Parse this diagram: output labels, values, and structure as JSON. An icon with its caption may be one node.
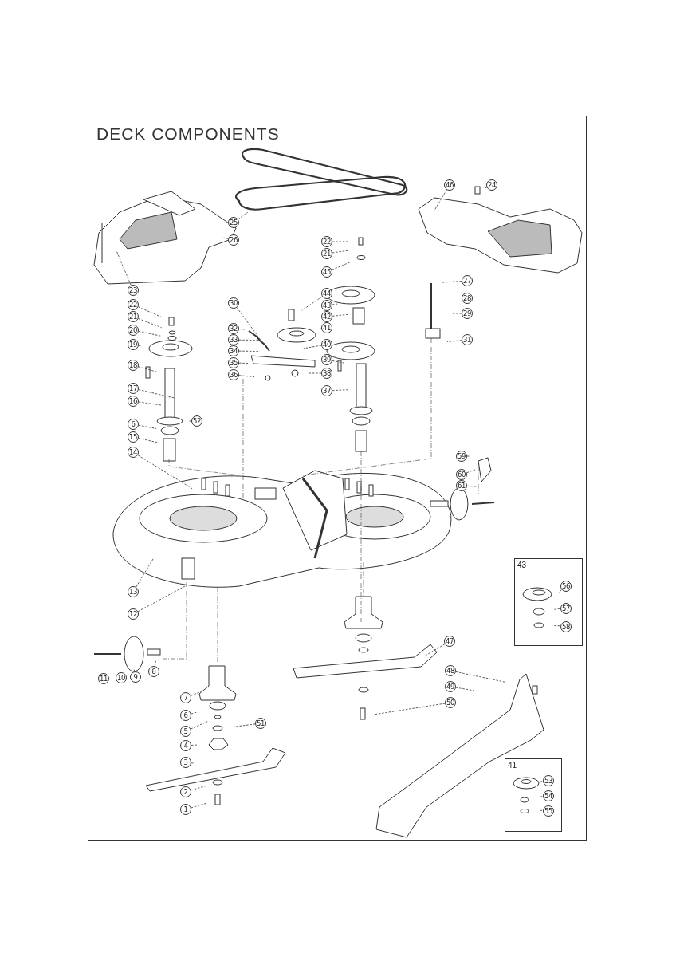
{
  "diagram": {
    "title": "DECK COMPONENTS",
    "nodes": [
      {
        "text": [
          "25"
        ]
      },
      {
        "text": [
          "26"
        ]
      },
      {
        "text": [
          "46"
        ]
      },
      {
        "text": [
          "24"
        ]
      },
      {
        "text": [
          "22"
        ]
      },
      {
        "text": [
          "21"
        ]
      },
      {
        "text": [
          "45"
        ]
      },
      {
        "text": [
          "23"
        ]
      },
      {
        "text": [
          "22"
        ]
      },
      {
        "text": [
          "27"
        ]
      },
      {
        "text": [
          "30"
        ]
      },
      {
        "text": [
          "44"
        ]
      },
      {
        "text": [
          "43"
        ]
      },
      {
        "text": [
          "28"
        ]
      },
      {
        "text": [
          "21"
        ]
      },
      {
        "text": [
          "29"
        ]
      },
      {
        "text": [
          "20"
        ]
      },
      {
        "text": [
          "32"
        ]
      },
      {
        "text": [
          "41"
        ]
      },
      {
        "text": [
          "33"
        ]
      },
      {
        "text": [
          "42"
        ]
      },
      {
        "text": [
          "19"
        ]
      },
      {
        "text": [
          "34"
        ]
      },
      {
        "text": [
          "40"
        ]
      },
      {
        "text": [
          "31"
        ]
      },
      {
        "text": [
          "35"
        ]
      },
      {
        "text": [
          "39"
        ]
      },
      {
        "text": [
          "18"
        ]
      },
      {
        "text": [
          "36"
        ]
      },
      {
        "text": [
          "38"
        ]
      },
      {
        "text": [
          "17"
        ]
      },
      {
        "text": [
          "37"
        ]
      },
      {
        "text": [
          "16"
        ]
      },
      {
        "text": [
          "52"
        ]
      },
      {
        "text": [
          "6"
        ]
      },
      {
        "text": [
          "15"
        ]
      },
      {
        "text": [
          "14"
        ]
      },
      {
        "text": [
          "59"
        ]
      },
      {
        "text": [
          "60"
        ]
      },
      {
        "text": [
          "61"
        ]
      },
      {
        "text": [
          "13"
        ]
      },
      {
        "text": [
          "12"
        ]
      },
      {
        "text": [
          "43"
        ]
      },
      {
        "text": [
          "56"
        ],
        "in": 42
      },
      {
        "text": [
          "57"
        ],
        "in": 42
      },
      {
        "text": [
          "58"
        ],
        "in": 42
      },
      {
        "text": [
          "47"
        ]
      },
      {
        "text": [
          "8"
        ]
      },
      {
        "text": [
          "11"
        ]
      },
      {
        "text": [
          "10"
        ]
      },
      {
        "text": [
          "9"
        ]
      },
      {
        "text": [
          "7"
        ]
      },
      {
        "text": [
          "48"
        ]
      },
      {
        "text": [
          "49"
        ]
      },
      {
        "text": [
          "50"
        ]
      },
      {
        "text": [
          "6"
        ]
      },
      {
        "text": [
          "5"
        ]
      },
      {
        "text": [
          "51"
        ]
      },
      {
        "text": [
          "4"
        ]
      },
      {
        "text": [
          "3"
        ]
      },
      {
        "text": [
          "41"
        ]
      },
      {
        "text": [
          "53"
        ],
        "in": 60
      },
      {
        "text": [
          "54"
        ],
        "in": 60
      },
      {
        "text": [
          "55"
        ],
        "in": 60
      },
      {
        "text": [
          "2"
        ]
      },
      {
        "text": [
          "1"
        ]
      }
    ],
    "edges": [
      {
        "from": 0,
        "to": null,
        "arrow": "none"
      },
      {
        "from": 1,
        "to": null,
        "arrow": "none"
      },
      {
        "from": 2,
        "to": null,
        "arrow": "none"
      },
      {
        "from": 3,
        "to": null,
        "arrow": "none"
      },
      {
        "from": 4,
        "to": null,
        "arrow": "none"
      },
      {
        "from": 5,
        "to": null,
        "arrow": "none"
      },
      {
        "from": 6,
        "to": null,
        "arrow": "none"
      },
      {
        "from": 7,
        "to": null,
        "arrow": "none"
      },
      {
        "from": 8,
        "to": null,
        "arrow": "none"
      },
      {
        "from": 9,
        "to": null,
        "arrow": "none"
      },
      {
        "from": 10,
        "to": null,
        "arrow": "none"
      },
      {
        "from": 11,
        "to": null,
        "arrow": "none"
      },
      {
        "from": 12,
        "to": null,
        "arrow": "none"
      },
      {
        "from": 14,
        "to": null,
        "arrow": "none"
      },
      {
        "from": 15,
        "to": null,
        "arrow": "none"
      },
      {
        "from": 16,
        "to": null,
        "arrow": "none"
      },
      {
        "from": 17,
        "to": null,
        "arrow": "none"
      },
      {
        "from": 18,
        "to": null,
        "arrow": "none"
      },
      {
        "from": 19,
        "to": null,
        "arrow": "none"
      },
      {
        "from": 20,
        "to": null,
        "arrow": "none"
      },
      {
        "from": 21,
        "to": null,
        "arrow": "none"
      },
      {
        "from": 22,
        "to": null,
        "arrow": "none"
      },
      {
        "from": 23,
        "to": null,
        "arrow": "none"
      },
      {
        "from": 24,
        "to": null,
        "arrow": "none"
      },
      {
        "from": 25,
        "to": null,
        "arrow": "none"
      },
      {
        "from": 26,
        "to": null,
        "arrow": "none"
      },
      {
        "from": 27,
        "to": null,
        "arrow": "none"
      },
      {
        "from": 28,
        "to": null,
        "arrow": "none"
      },
      {
        "from": 29,
        "to": null,
        "arrow": "none"
      },
      {
        "from": 30,
        "to": null,
        "arrow": "none"
      },
      {
        "from": 31,
        "to": null,
        "arrow": "none"
      },
      {
        "from": 32,
        "to": null,
        "arrow": "none"
      },
      {
        "from": 33,
        "to": null,
        "arrow": "none"
      },
      {
        "from": 34,
        "to": null,
        "arrow": "none"
      },
      {
        "from": 35,
        "to": null,
        "arrow": "none"
      },
      {
        "from": 36,
        "to": null,
        "arrow": "none"
      },
      {
        "from": 37,
        "to": null,
        "arrow": "none"
      },
      {
        "from": 38,
        "to": null,
        "arrow": "none"
      },
      {
        "from": 39,
        "to": null,
        "arrow": "none"
      },
      {
        "from": 40,
        "to": null,
        "arrow": "none"
      },
      {
        "from": 41,
        "to": null,
        "arrow": "none"
      },
      {
        "from": 43,
        "to": null,
        "arrow": "none"
      },
      {
        "from": 44,
        "to": null,
        "arrow": "none"
      },
      {
        "from": 45,
        "to": null,
        "arrow": "none"
      },
      {
        "from": 46,
        "to": null,
        "arrow": "none"
      },
      {
        "from": 47,
        "to": null,
        "arrow": "none"
      },
      {
        "from": 50,
        "to": null,
        "arrow": "none"
      },
      {
        "from": 51,
        "to": null,
        "arrow": "none"
      },
      {
        "from": 52,
        "to": null,
        "arrow": "none"
      },
      {
        "from": 53,
        "to": null,
        "arrow": "none"
      },
      {
        "from": 54,
        "to": null,
        "arrow": "none"
      },
      {
        "from": 55,
        "to": null,
        "arrow": "none"
      },
      {
        "from": 56,
        "to": null,
        "arrow": "none"
      },
      {
        "from": 57,
        "to": null,
        "arrow": "none"
      },
      {
        "from": 58,
        "to": null,
        "arrow": "none"
      },
      {
        "from": 59,
        "to": null,
        "arrow": "none"
      },
      {
        "from": 61,
        "to": null,
        "arrow": "none"
      },
      {
        "from": 62,
        "to": null,
        "arrow": "none"
      },
      {
        "from": 63,
        "to": null,
        "arrow": "none"
      },
      {
        "from": 64,
        "to": null,
        "arrow": "none"
      },
      {
        "from": 65,
        "to": null,
        "arrow": "none"
      }
    ]
  }
}
